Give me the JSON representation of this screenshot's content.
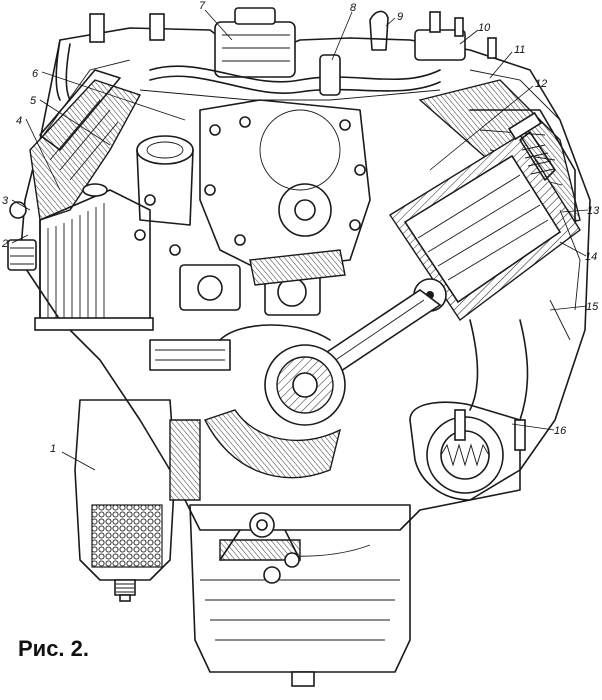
{
  "caption": "Рис. 2.",
  "callouts": [
    "1",
    "2",
    "3",
    "4",
    "5",
    "6",
    "7",
    "8",
    "9",
    "10",
    "11",
    "12",
    "13",
    "14",
    "15",
    "16"
  ]
}
